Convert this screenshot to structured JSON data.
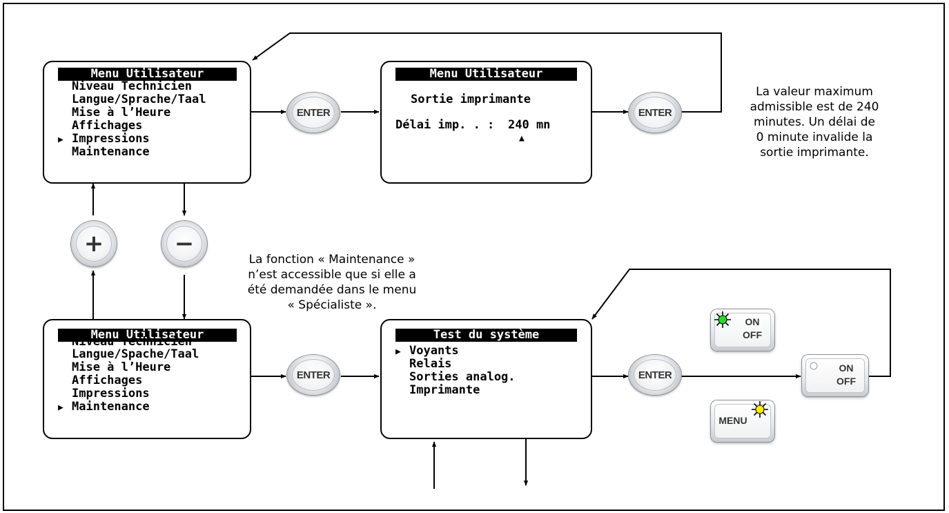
{
  "screens": {
    "top_left": {
      "title": "Menu Utilisateur",
      "items": [
        "Niveau Technicien",
        "Langue/Sprache/Taal",
        "Mise à l’Heure",
        "Affichages",
        "Impressions",
        "Maintenance"
      ],
      "cursor": "▶"
    },
    "top_mid": {
      "title": "Menu Utilisateur",
      "subtitle": "Sortie imprimante",
      "field_label": "Délai imp. . :",
      "field_value": "240 mn",
      "edit_marker": "▲"
    },
    "bottom_left": {
      "title": "Menu Utilisateur",
      "items": [
        "Niveau Technicien",
        "Langue/Spache/Taal",
        "Mise à l’Heure",
        "Affichages",
        "Impressions",
        "Maintenance"
      ],
      "cursor": "▶"
    },
    "bottom_mid": {
      "title": "Test du système",
      "items": [
        "Voyants",
        "Relais",
        "Sorties analog.",
        "Imprimante"
      ],
      "cursor": "▶"
    }
  },
  "buttons": {
    "enter": "ENTER",
    "plus": "+",
    "minus": "−",
    "on": "ON",
    "off": "OFF",
    "menu": "MENU"
  },
  "notes": {
    "max_delay": [
      "La valeur maximum",
      "admissible est de 240",
      "minutes. Un délai de",
      "0 minute invalide la",
      "sortie imprimante."
    ],
    "maintenance": [
      "La fonction « Maintenance »",
      "n’est accessible que si elle a",
      "été demandée dans le menu",
      "« Spécialiste »."
    ]
  },
  "colors": {
    "led_green": "#22dd22",
    "led_yellow": "#ffee00",
    "led_off": "#ffffff"
  }
}
